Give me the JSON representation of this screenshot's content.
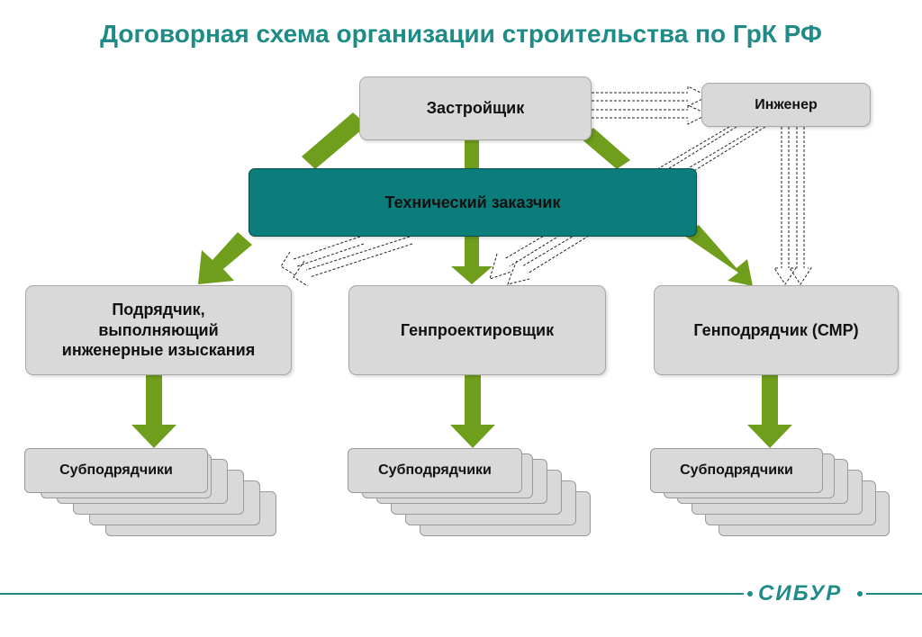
{
  "title": "Договорная схема организации строительства по ГрК РФ",
  "nodes": {
    "developer": "Застройщик",
    "engineer": "Инженер",
    "technical_customer": "Технический заказчик",
    "survey_contractor": [
      "Подрядчик,",
      "выполняющий",
      "инженерные изыскания"
    ],
    "general_designer": "Генпроектировщик",
    "general_contractor": "Генподрядчик (СМР)",
    "subcontractors": [
      "Субподрядчики",
      "Субподрядчики",
      "Субподрядчики"
    ]
  },
  "logo": "СИБУР",
  "colors": {
    "title": "#1f8b87",
    "arrow_green": "#6f9d1c",
    "teal_box": "#0b7d7a",
    "gray_box": "#d9d9d9",
    "footer": "#1f8b87"
  }
}
